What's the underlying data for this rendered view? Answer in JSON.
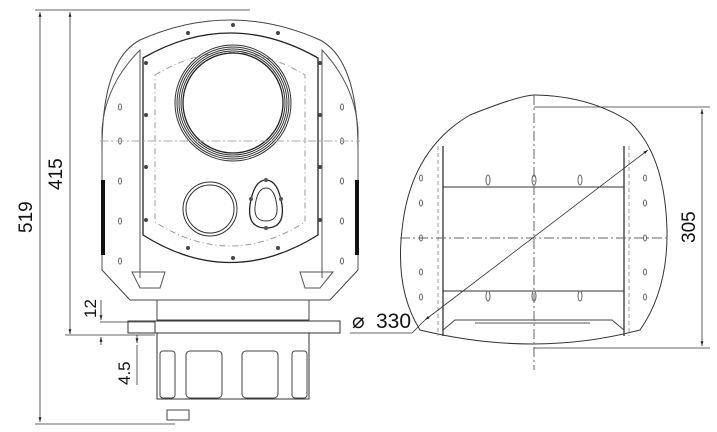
{
  "drawing": {
    "type": "technical-drawing",
    "views": [
      "front-view",
      "side-view"
    ],
    "line_color": "#333333",
    "background": "#ffffff"
  },
  "front_view": {
    "dimensions": {
      "overall_height": "519",
      "body_height": "415",
      "flange_thickness": "12",
      "flange_step": "4.5"
    }
  },
  "side_view": {
    "dimensions": {
      "sphere_diameter": "330",
      "diameter_symbol": "⌀",
      "height": "305"
    }
  }
}
